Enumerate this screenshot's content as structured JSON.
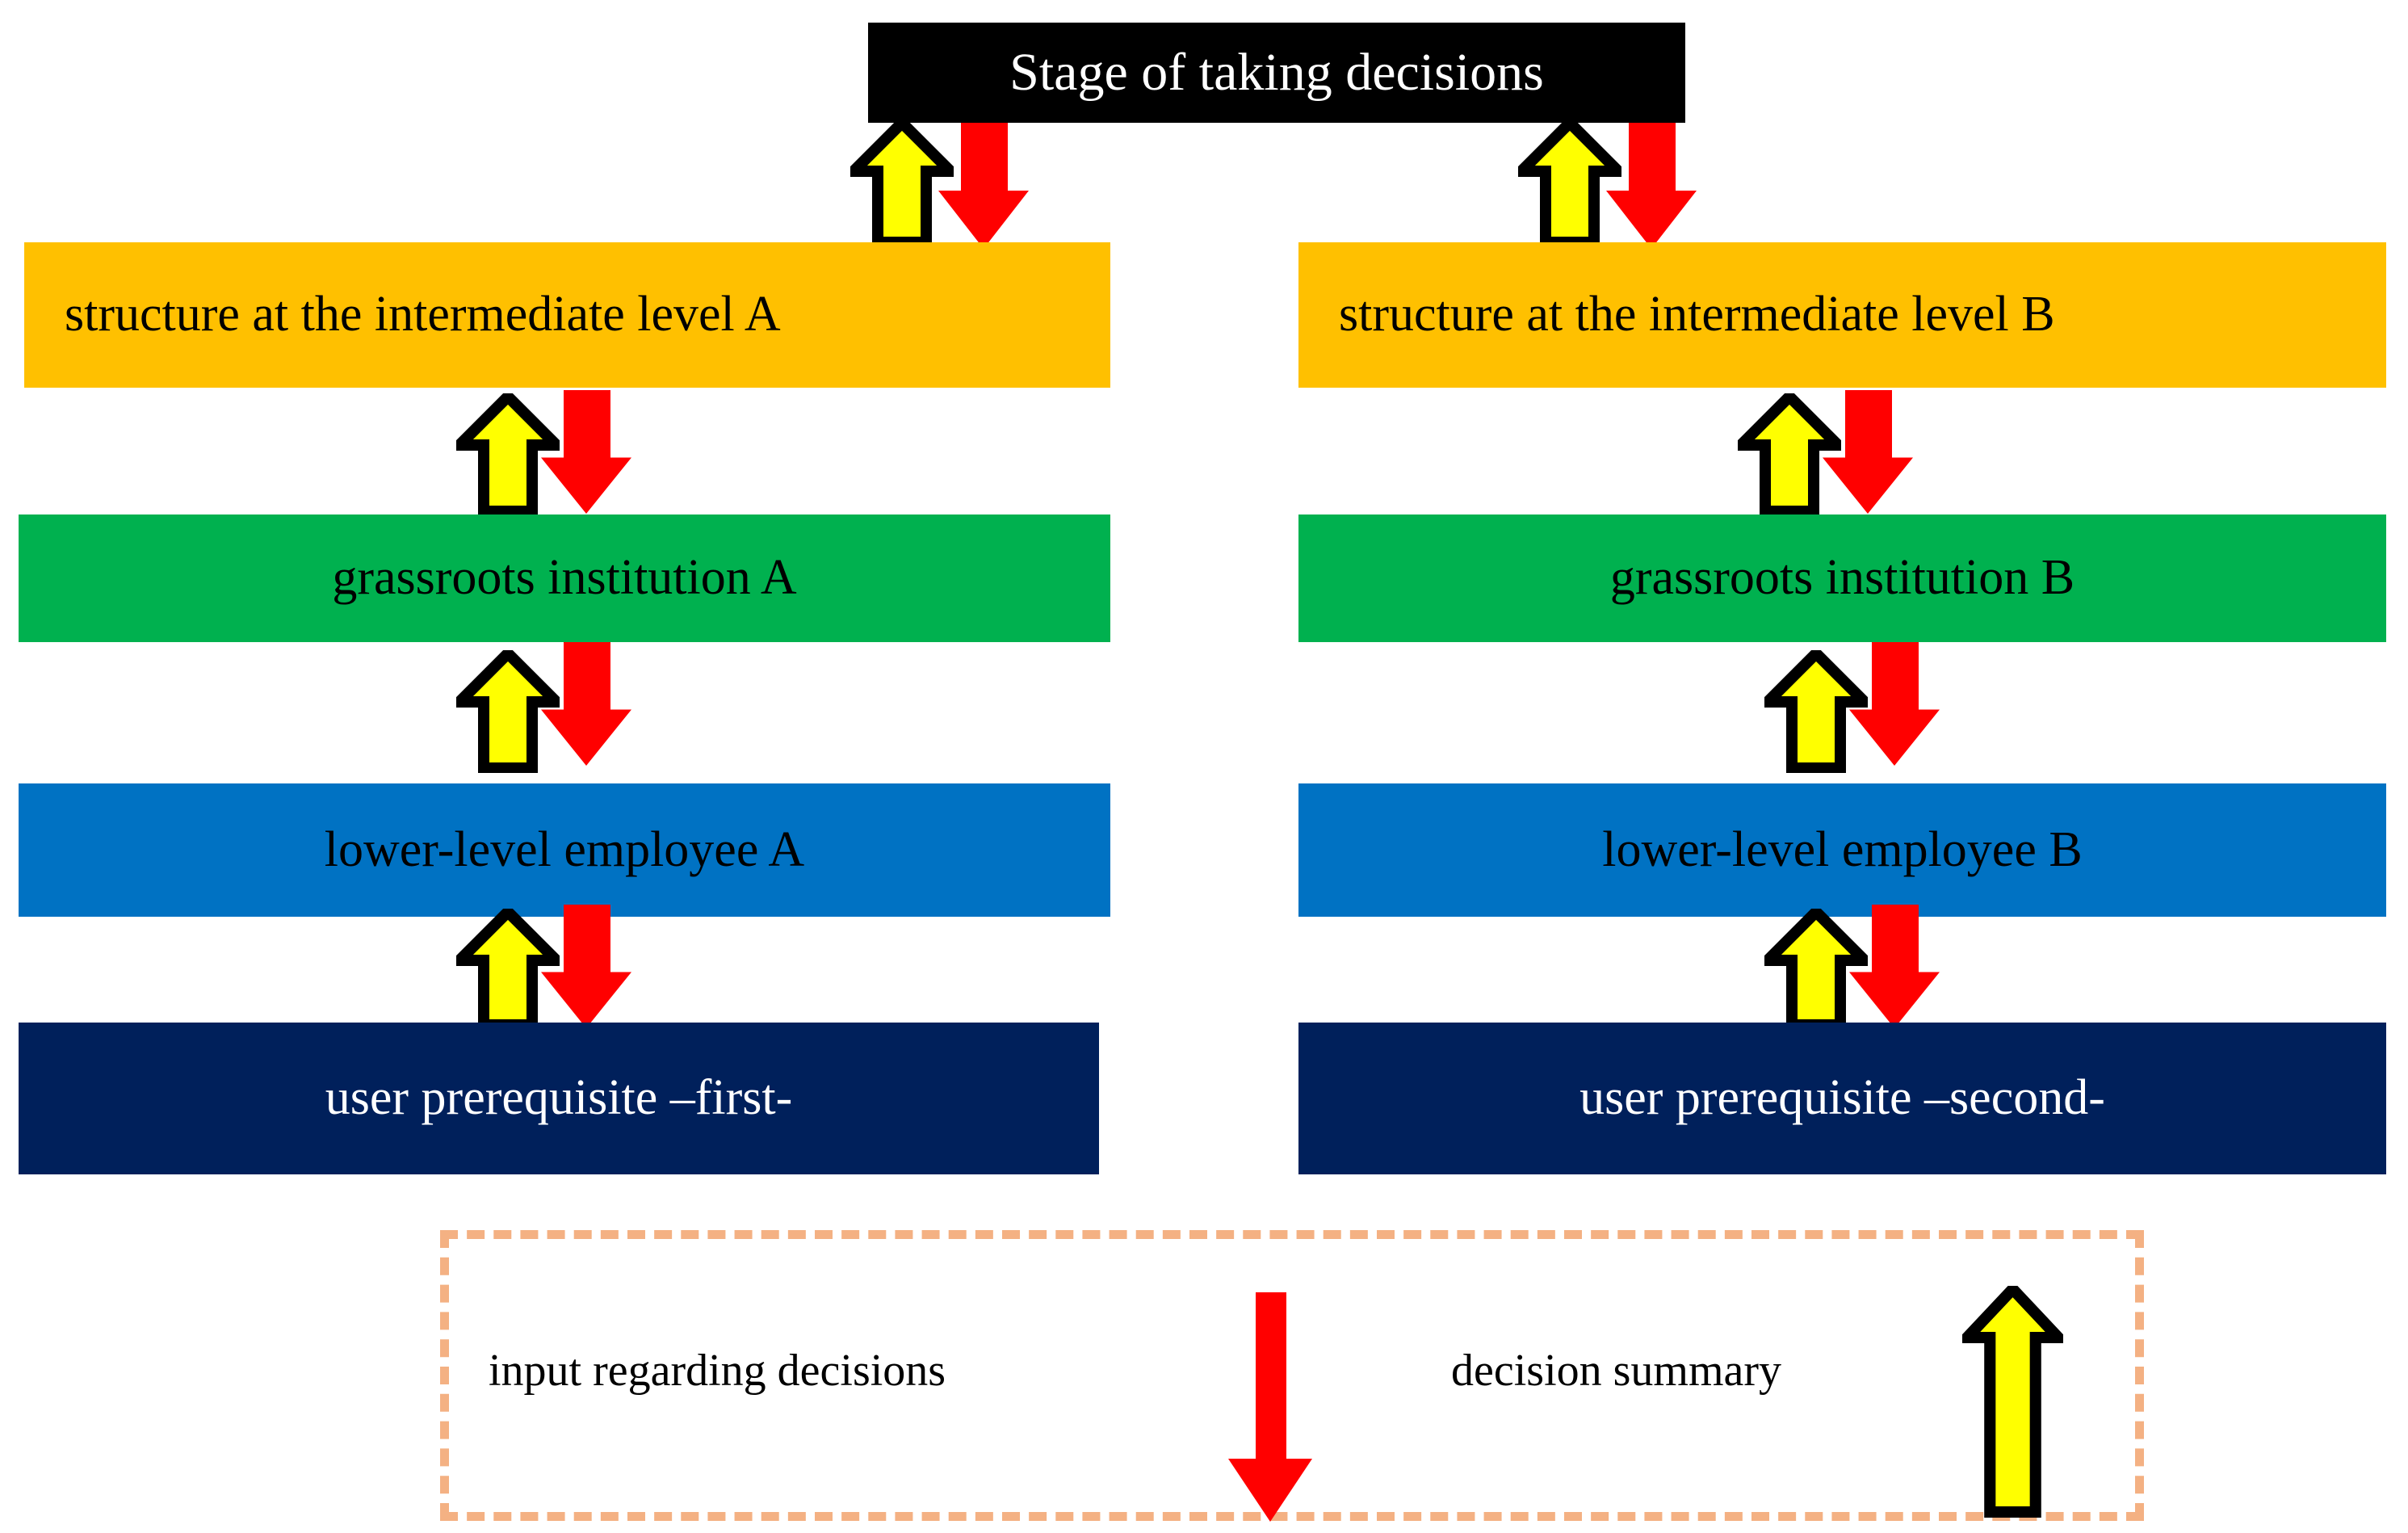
{
  "diagram": {
    "title": "Stage of taking decisions",
    "columns": [
      {
        "id": "A",
        "levels": [
          {
            "key": "intermediate",
            "label": "structure at the intermediate level A",
            "color": "#FFC000"
          },
          {
            "key": "grassroots",
            "label": "grassroots institution A",
            "color": "#00B14F"
          },
          {
            "key": "employee",
            "label": "lower-level employee A",
            "color": "#0072C3"
          },
          {
            "key": "prerequisite",
            "label": "user prerequisite –first-",
            "color": "#00205B"
          }
        ]
      },
      {
        "id": "B",
        "levels": [
          {
            "key": "intermediate",
            "label": "structure at the intermediate level B",
            "color": "#FFC000"
          },
          {
            "key": "grassroots",
            "label": "grassroots institution B",
            "color": "#00B14F"
          },
          {
            "key": "employee",
            "label": "lower-level employee B",
            "color": "#0072C3"
          },
          {
            "key": "prerequisite",
            "label": "user prerequisite –second-",
            "color": "#00205B"
          }
        ]
      }
    ],
    "arrows": {
      "up": {
        "name": "yellow-up-arrow",
        "fill": "#FFFF00",
        "stroke": "#000000"
      },
      "down": {
        "name": "red-down-arrow",
        "fill": "#FF0000",
        "stroke": "none"
      }
    }
  },
  "legend": {
    "border_color": "#F4B183",
    "down_label": "input regarding decisions",
    "up_label": "decision summary"
  }
}
